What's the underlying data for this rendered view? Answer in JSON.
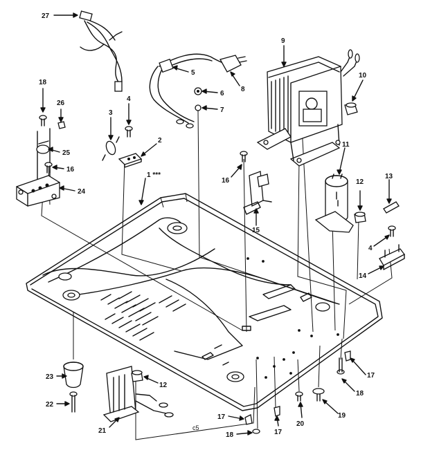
{
  "diagram": {
    "code": "c5",
    "callouts": [
      {
        "id": "27",
        "text": "27"
      },
      {
        "id": "18a",
        "text": "18"
      },
      {
        "id": "26",
        "text": "26"
      },
      {
        "id": "3",
        "text": "3"
      },
      {
        "id": "4a",
        "text": "4"
      },
      {
        "id": "5",
        "text": "5"
      },
      {
        "id": "8",
        "text": "8"
      },
      {
        "id": "9",
        "text": "9"
      },
      {
        "id": "10",
        "text": "10"
      },
      {
        "id": "6",
        "text": "6"
      },
      {
        "id": "7",
        "text": "7"
      },
      {
        "id": "25",
        "text": "25"
      },
      {
        "id": "2",
        "text": "2"
      },
      {
        "id": "16a",
        "text": "16"
      },
      {
        "id": "24",
        "text": "24"
      },
      {
        "id": "1",
        "text": "1 ***"
      },
      {
        "id": "16b",
        "text": "16"
      },
      {
        "id": "11",
        "text": "11"
      },
      {
        "id": "12a",
        "text": "12"
      },
      {
        "id": "13",
        "text": "13"
      },
      {
        "id": "15",
        "text": "15"
      },
      {
        "id": "4b",
        "text": "4"
      },
      {
        "id": "14",
        "text": "14"
      },
      {
        "id": "23",
        "text": "23"
      },
      {
        "id": "12b",
        "text": "12"
      },
      {
        "id": "22",
        "text": "22"
      },
      {
        "id": "21",
        "text": "21"
      },
      {
        "id": "17a",
        "text": "17"
      },
      {
        "id": "18b",
        "text": "18"
      },
      {
        "id": "17b",
        "text": "17"
      },
      {
        "id": "20",
        "text": "20"
      },
      {
        "id": "19",
        "text": "19"
      },
      {
        "id": "17c",
        "text": "17"
      },
      {
        "id": "18c",
        "text": "18"
      }
    ]
  }
}
